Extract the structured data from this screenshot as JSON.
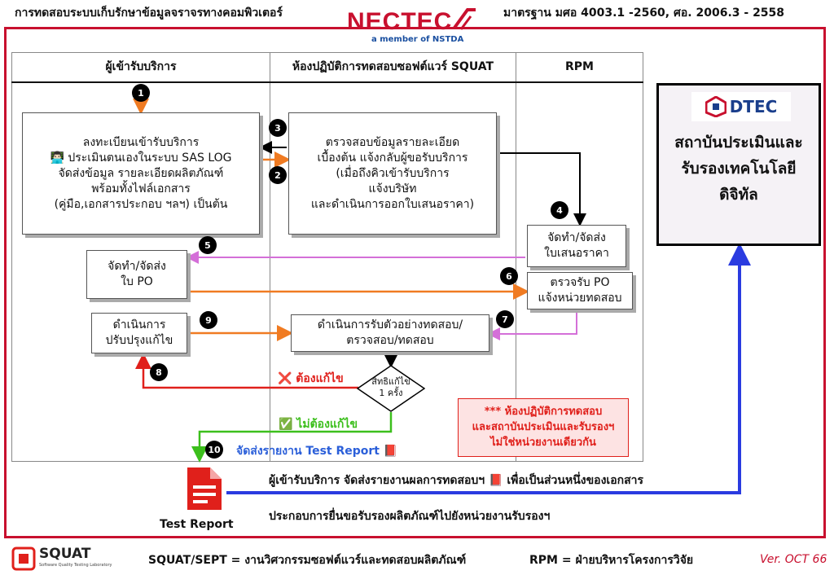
{
  "header": {
    "left_title": "การทดสอบระบบเก็บรักษาข้อมูลจราจรทางคอมพิวเตอร์",
    "right_title": "มาตรฐาน มศอ 4003.1 -2560, ศอ. 2006.3 - 2558",
    "logo_text": "NECTEC",
    "logo_subtext": "a member of NSTDA"
  },
  "lanes": {
    "customer": "ผู้เข้ารับบริการ",
    "squat": "ห้องปฏิบัติการทดสอบซอฟต์แวร์ SQUAT",
    "rpm": "RPM"
  },
  "boxes": {
    "register": [
      "ลงทะเบียนเข้ารับบริการ",
      "👨🏻‍💻 ประเมินตนเองในระบบ SAS LOG",
      "จัดส่งข้อมูล รายละเอียดผลิตภัณฑ์",
      "พร้อมทั้งไฟล์เอกสาร",
      "(คู่มือ,เอกสารประกอบ ฯลฯ) เป็นต้น"
    ],
    "verify": [
      "ตรวจสอบข้อมูลรายละเอียด",
      "เบื้องต้น แจ้งกลับผู้ขอรับบริการ",
      "(เมื่อถึงคิวเข้ารับบริการ",
      "แจ้งบริษัท",
      "และดำเนินการออกใบเสนอราคา)"
    ],
    "quotation": [
      "จัดทำ/จัดส่ง",
      "ใบเสนอราคา"
    ],
    "po": [
      "จัดทำ/จัดส่ง",
      "ใบ PO"
    ],
    "receive_po": [
      "ตรวจรับ PO",
      "แจ้งหน่วยทดสอบ"
    ],
    "improve": [
      "ดำเนินการ",
      "ปรับปรุงแก้ไข"
    ],
    "testing": [
      "ดำเนินการรับตัวอย่างทดสอบ/",
      "ตรวจสอบ/ทดสอบ"
    ],
    "decision": [
      "สิทธิแก้ไข",
      "1 ครั้ง"
    ]
  },
  "steps": [
    "1",
    "2",
    "3",
    "4",
    "5",
    "6",
    "7",
    "8",
    "9",
    "10"
  ],
  "labels": {
    "need_fix": "❌ ต้องแก้ไข",
    "no_fix": "✅ ไม่ต้องแก้ไข",
    "send_report": "จัดส่งรายงาน Test Report 📕",
    "test_report": "Test Report",
    "note": [
      "*** ห้องปฏิบัติการทดสอบ",
      "และสถาบันประเมินและรับรองฯ",
      "ไม่ใช่หน่วยงานเดียวกัน"
    ],
    "bottom_line1": "ผู้เข้ารับบริการ จัดส่งรายงานผลการทดสอบฯ 📕 เพื่อเป็นส่วนหนึ่งของเอกสาร",
    "bottom_line2": "ประกอบการยื่นขอรับรองผลิตภัณฑ์ไปยังหน่วยงานรับรองฯ"
  },
  "dtec": {
    "logo_text": "DTEC",
    "name": [
      "สถาบันประเมินและ",
      "รับรองเทคโนโลยี",
      "ดิจิทัล"
    ]
  },
  "footer": {
    "logo_text": "SQUAT",
    "logo_sub": "Software Quality Testing Laboratory",
    "squat_def": "SQUAT/SEPT = งานวิศวกรรมซอฟต์แวร์และทดสอบผลิตภัณฑ์",
    "rpm_def": "RPM = ฝ่ายบริหารโครงการวิจัย",
    "version": "Ver. OCT 66"
  },
  "colors": {
    "frame": "#c8102e",
    "orange": "#f07b22",
    "violet": "#d46fd8",
    "red": "#e0201b",
    "green": "#3cbf1c",
    "blue": "#2a3be0",
    "report_text": "#2b5fd9",
    "note_bg": "#fde3e3"
  }
}
